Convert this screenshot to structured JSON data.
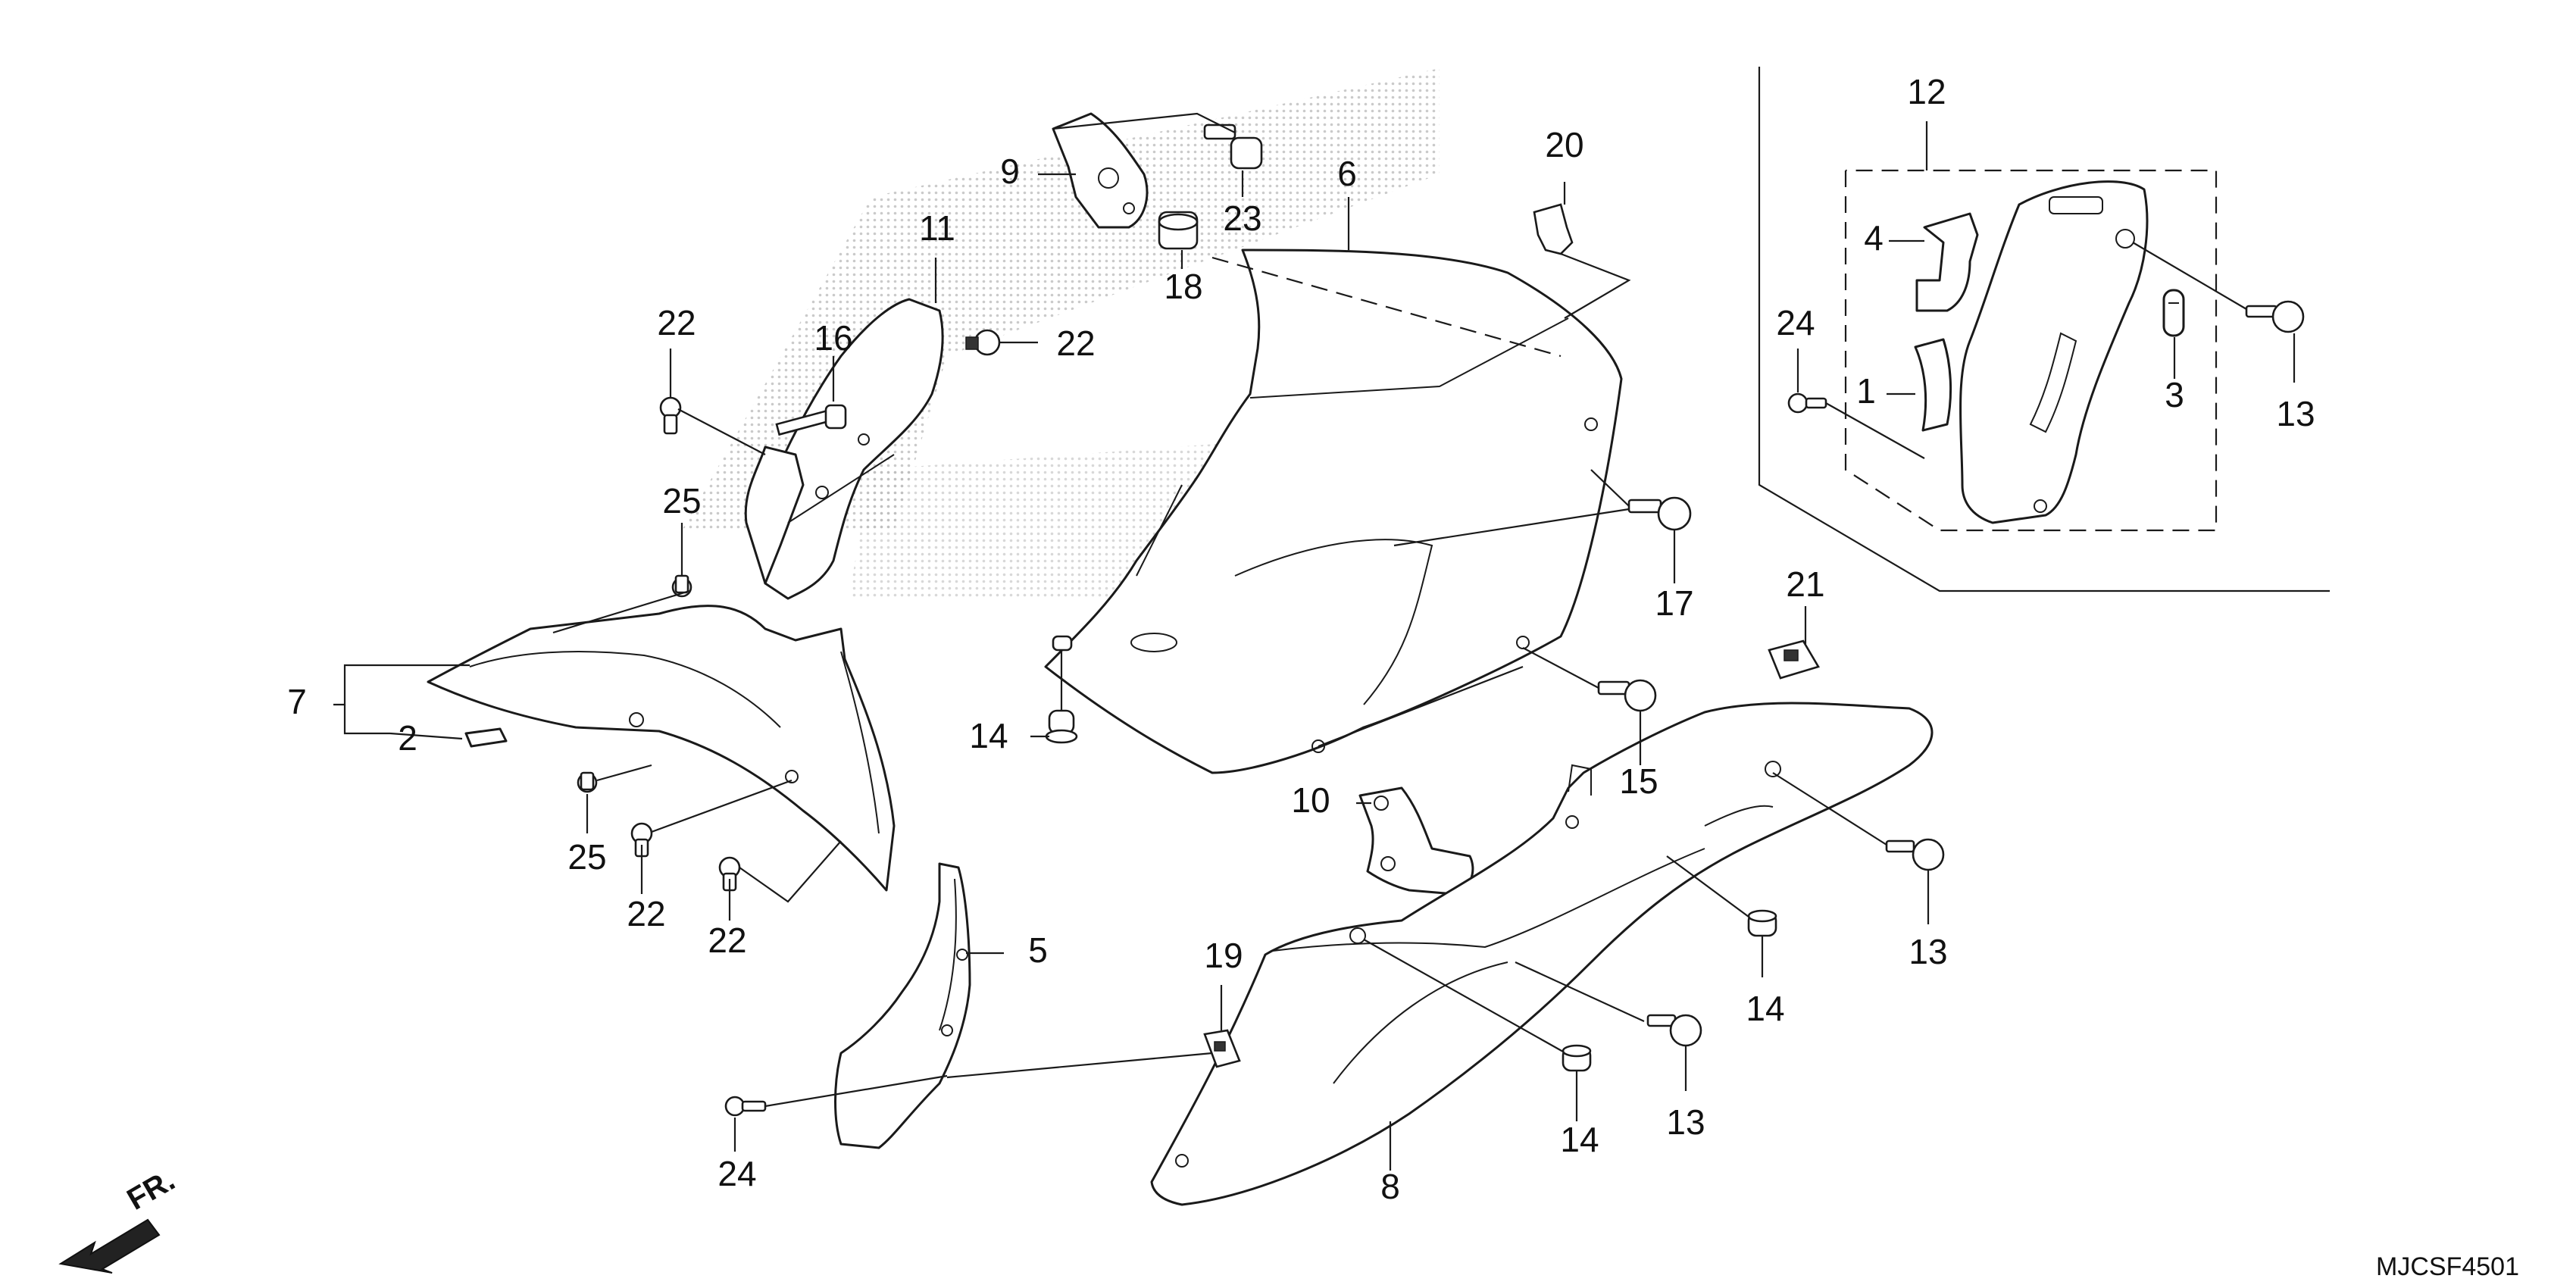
{
  "diagram": {
    "diagram_code": "MJCSF4501",
    "front_indicator": "FR.",
    "callouts": {
      "c1": "1",
      "c2": "2",
      "c3": "3",
      "c4": "4",
      "c5": "5",
      "c6": "6",
      "c7": "7",
      "c8": "8",
      "c9": "9",
      "c10": "10",
      "c11": "11",
      "c12": "12",
      "c13a": "13",
      "c13b": "13",
      "c13c": "13",
      "c14a": "14",
      "c14b": "14",
      "c14c": "14",
      "c15": "15",
      "c16": "16",
      "c17": "17",
      "c18": "18",
      "c19": "19",
      "c20": "20",
      "c21": "21",
      "c22a": "22",
      "c22b": "22",
      "c22c": "22",
      "c22d": "22",
      "c23": "23",
      "c24a": "24",
      "c24b": "24",
      "c25a": "25",
      "c25b": "25"
    },
    "colors": {
      "line": "#1a1a1a",
      "background": "#ffffff",
      "watermark": "#b8b8b8"
    }
  }
}
